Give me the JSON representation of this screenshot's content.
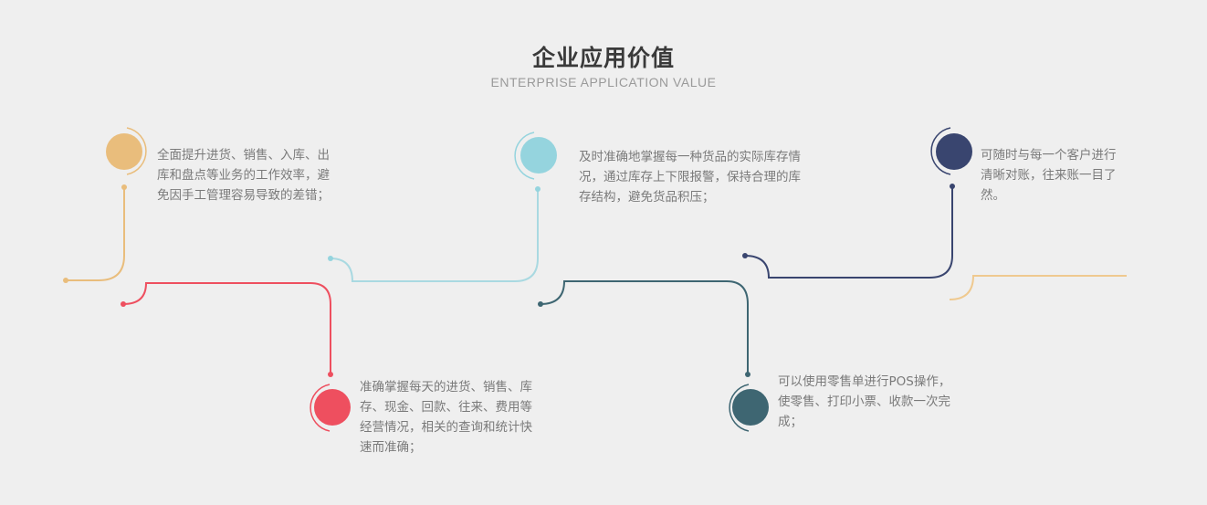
{
  "header": {
    "title": "企业应用价值",
    "subtitle": "ENTERPRISE APPLICATION VALUE"
  },
  "colors": {
    "background": "#efefef",
    "orange": "#e9bd7c",
    "red": "#ee4f5f",
    "cyan": "#95d4de",
    "teal": "#3e6672",
    "navy": "#39456f"
  },
  "points": [
    {
      "text": "全面提升进货、销售、入库、出库和盘点等业务的工作效率，避免因手工管理容易导致的差错；"
    },
    {
      "text": "及时准确地掌握每一种货品的实际库存情况，通过库存上下限报警，保持合理的库存结构，避免货品积压；"
    },
    {
      "text": "可随时与每一个客户进行清晰对账，往来账一目了然。"
    },
    {
      "text": "准确掌握每天的进货、销售、库存、现金、回款、往来、费用等经营情况，相关的查询和统计快速而准确；"
    },
    {
      "text": "可以使用零售单进行POS操作，使零售、打印小票、收款一次完成；"
    }
  ]
}
